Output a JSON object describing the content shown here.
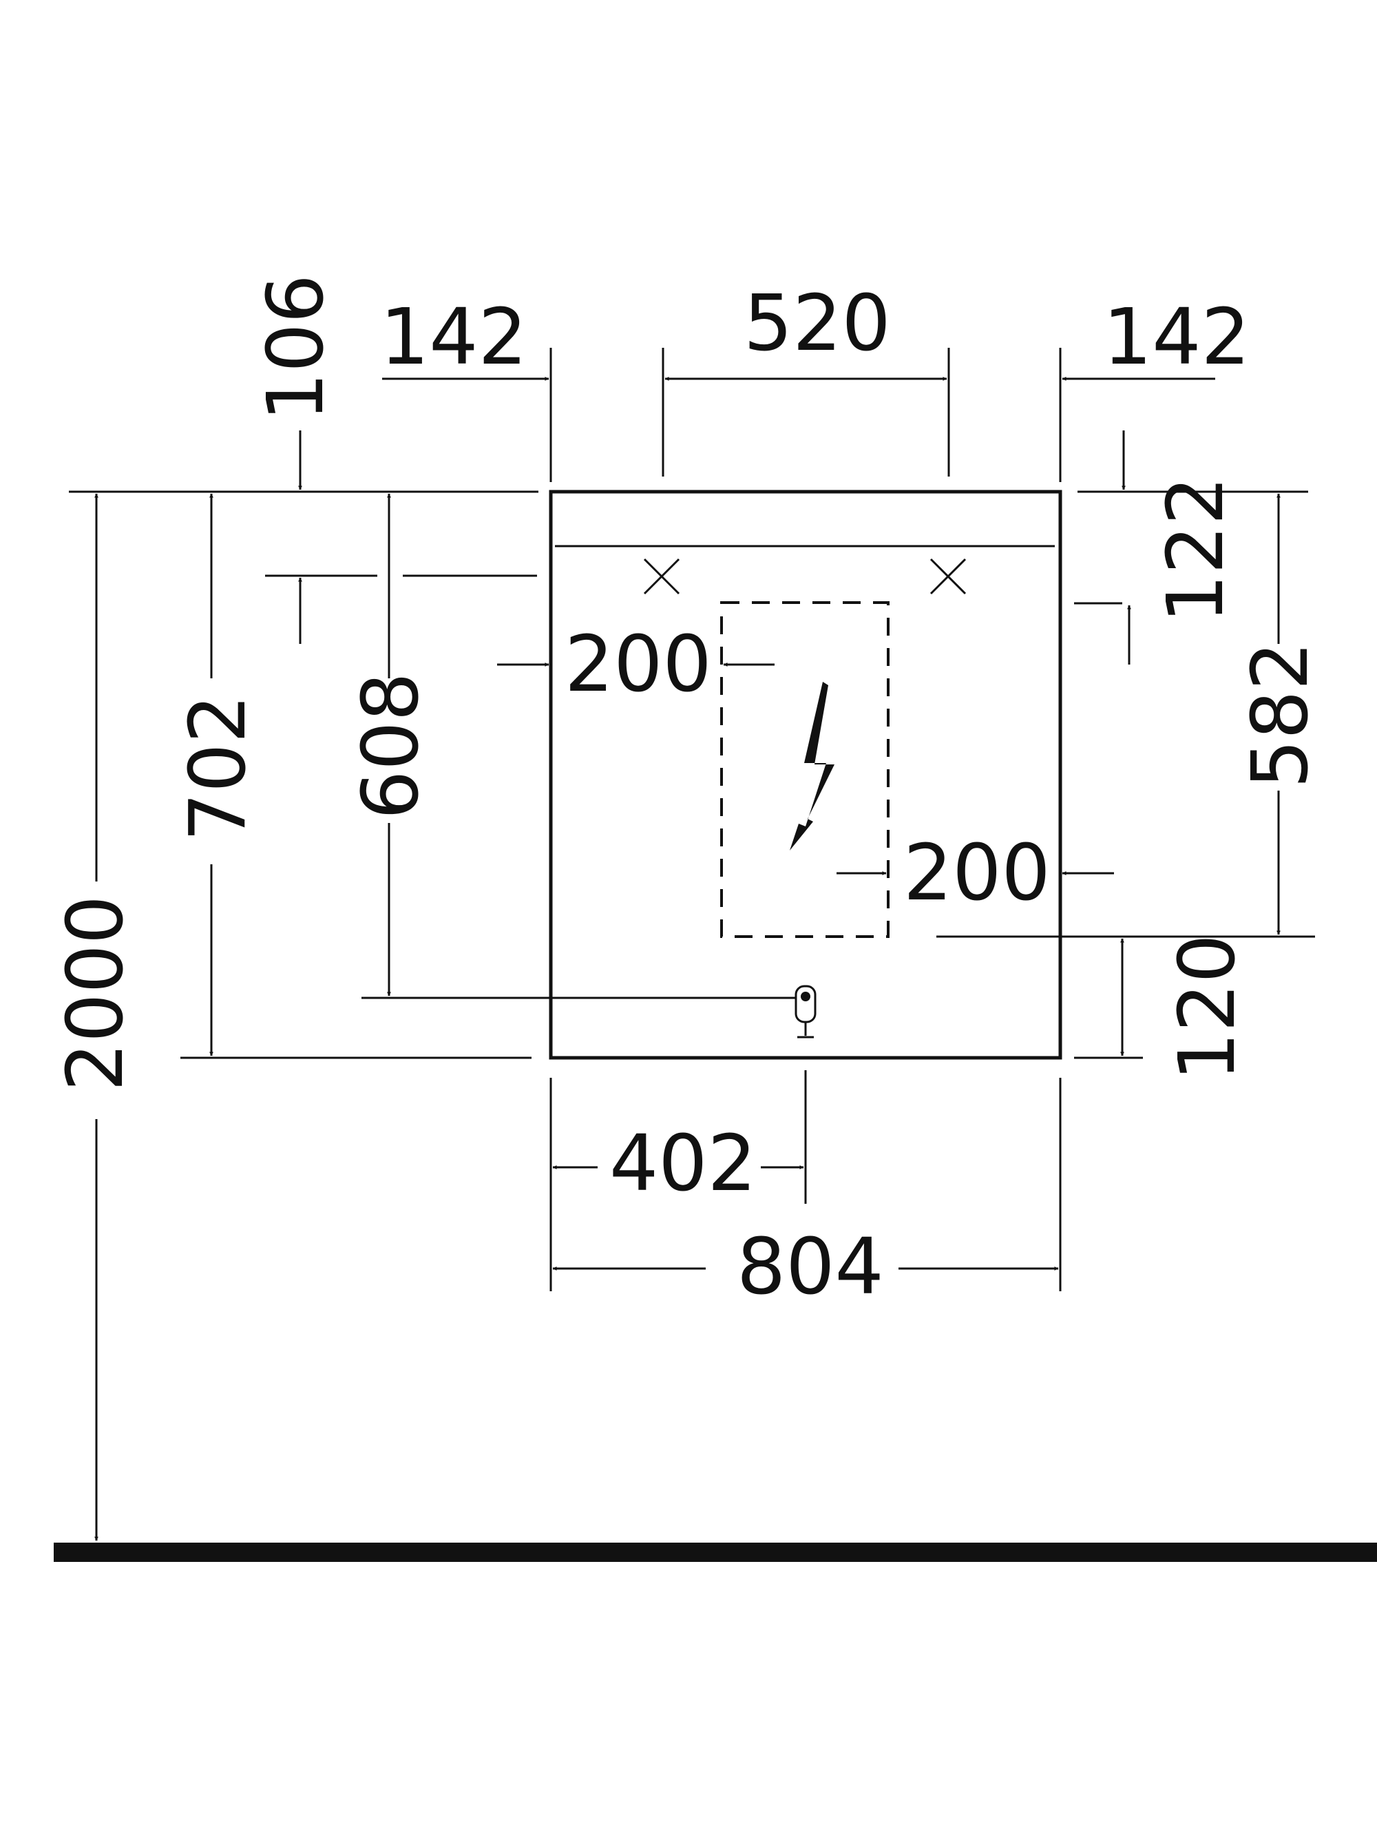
{
  "drawing": {
    "dimensions": {
      "top_left_offset": "142",
      "top_center_width": "520",
      "top_right_offset": "142",
      "top_vertical_offset": "106",
      "right_vertical_offset": "122",
      "left_socket_offset": "200",
      "right_socket_offset": "200",
      "right_socket_height": "582",
      "bottom_socket_offset": "120",
      "left_drain_height": "608",
      "left_cabinet_height": "702",
      "total_height": "2000",
      "drain_horizontal": "402",
      "cabinet_width": "804"
    },
    "symbols": {
      "electrical": "lightning-bolt-icon",
      "drain": "drain-outlet-icon",
      "fixing_points": "cross-mark-icon"
    }
  }
}
